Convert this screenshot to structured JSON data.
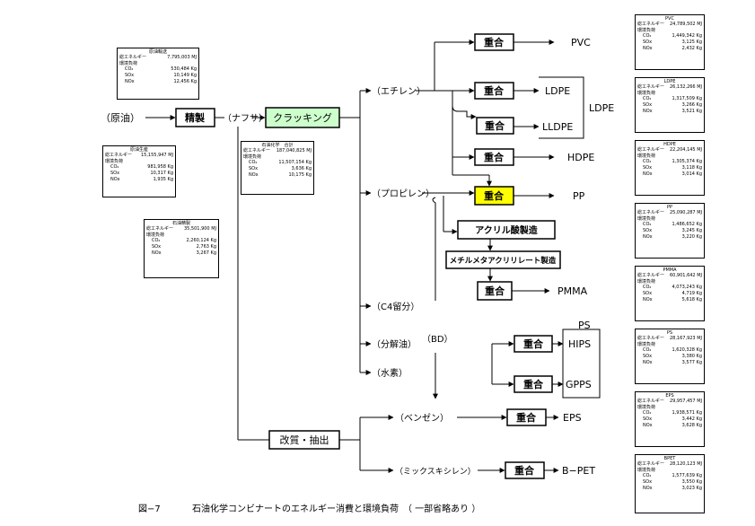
{
  "labels": {
    "crude": "（原油）",
    "refine": "精製",
    "naphtha": "（ナフサ）",
    "cracking": "クラッキング",
    "ethylene": "（エチレン）",
    "propylene": "（プロピレン）",
    "c4": "（C4留分）",
    "cracked_oil": "（分解油）",
    "hydrogen": "（水素）",
    "bd": "（BD）",
    "benzene": "（ベンゼン）",
    "mixed_xylene": "（ミックスキシレン）",
    "reform": "改質・抽出",
    "polymerize": "重合",
    "acrylic": "アクリル酸製造",
    "mma": "メチルメタアクリリレート製造",
    "pvc": "PVC",
    "ldpe_out": "LDPE",
    "ldpe": "LDPE",
    "lldpe": "LLDPE",
    "hdpe": "HDPE",
    "pp": "PP",
    "pmma": "PMMA",
    "ps": "PS",
    "hips": "HIPS",
    "gpps": "GPPS",
    "eps": "EPS",
    "bpet": "B−PET"
  },
  "caption": {
    "fig": "図−7",
    "text": "石油化学コンビナートのエネルギー消費と環境負荷　（ 一部省略あり ）"
  },
  "tables": {
    "transport": {
      "title": "原油輸送",
      "energy_label": "総エネルギー",
      "energy": "7,795,003 MJ",
      "env_label": "環境負荷",
      "rows": [
        [
          "CO₂",
          "530,484 Kg"
        ],
        [
          "SOx",
          "10,149 Kg"
        ],
        [
          "NOx",
          "12,456 Kg"
        ]
      ]
    },
    "production": {
      "title": "原油生産",
      "energy_label": "総エネルギー",
      "energy": "15,155,947 MJ",
      "env_label": "環境負荷",
      "rows": [
        [
          "CO₂",
          "981,958 Kg"
        ],
        [
          "SOx",
          "10,317 Kg"
        ],
        [
          "NOx",
          "1,935 Kg"
        ]
      ]
    },
    "refining": {
      "title": "石油精製",
      "energy_label": "総エネルギー",
      "energy": "35,501,900 MJ",
      "env_label": "環境負荷",
      "rows": [
        [
          "CO₂",
          "2,260,124 Kg"
        ],
        [
          "SOx",
          "2,763 Kg"
        ],
        [
          "NOx",
          "3,267 Kg"
        ]
      ]
    },
    "petrochem": {
      "title": "石油化学　合計",
      "energy_label": "総エネルギー",
      "energy": "187,040,825 MJ",
      "env_label": "環境負荷",
      "rows": [
        [
          "CO₂",
          "11,507,154 Kg"
        ],
        [
          "SOx",
          "3,636 Kg"
        ],
        [
          "NOx",
          "10,175 Kg"
        ]
      ]
    },
    "pvc": {
      "title": "PVC",
      "energy_label": "総エネルギー",
      "energy": "24,789,502 MJ",
      "env_label": "環境負荷",
      "rows": [
        [
          "CO₂",
          "1,449,342 Kg"
        ],
        [
          "SOx",
          "3,125 Kg"
        ],
        [
          "NOx",
          "2,432 Kg"
        ]
      ]
    },
    "ldpe": {
      "title": "LDPE",
      "energy_label": "総エネルギー",
      "energy": "26,132,266 MJ",
      "env_label": "環境負荷",
      "rows": [
        [
          "CO₂",
          "1,317,509 Kg"
        ],
        [
          "SOx",
          "3,266 Kg"
        ],
        [
          "NOx",
          "3,521 Kg"
        ]
      ]
    },
    "hdpe": {
      "title": "HDPE",
      "energy_label": "総エネルギー",
      "energy": "22,204,145 MJ",
      "env_label": "環境負荷",
      "rows": [
        [
          "CO₂",
          "1,305,374 Kg"
        ],
        [
          "SOx",
          "3,118 Kg"
        ],
        [
          "NOx",
          "3,014 Kg"
        ]
      ]
    },
    "pp": {
      "title": "PP",
      "energy_label": "総エネルギー",
      "energy": "25,090,287 MJ",
      "env_label": "環境負荷",
      "rows": [
        [
          "CO₂",
          "1,486,652 Kg"
        ],
        [
          "SOx",
          "3,245 Kg"
        ],
        [
          "NOx",
          "3,220 Kg"
        ]
      ]
    },
    "pmma": {
      "title": "PMMA",
      "energy_label": "総エネルギー",
      "energy": "60,901,642 MJ",
      "env_label": "環境負荷",
      "rows": [
        [
          "CO₂",
          "4,073,243 Kg"
        ],
        [
          "SOx",
          "4,719 Kg"
        ],
        [
          "NOx",
          "5,618 Kg"
        ]
      ]
    },
    "ps": {
      "title": "PS",
      "energy_label": "総エネルギー",
      "energy": "28,167,923 MJ",
      "env_label": "環境負荷",
      "rows": [
        [
          "CO₂",
          "1,620,328 Kg"
        ],
        [
          "SOx",
          "3,380 Kg"
        ],
        [
          "NOx",
          "3,577 Kg"
        ]
      ]
    },
    "eps": {
      "title": "EPS",
      "energy_label": "総エネルギー",
      "energy": "29,957,457 MJ",
      "env_label": "環境負荷",
      "rows": [
        [
          "CO₂",
          "1,938,571 Kg"
        ],
        [
          "SOx",
          "3,442 Kg"
        ],
        [
          "NOx",
          "3,628 Kg"
        ]
      ]
    },
    "bpet": {
      "title": "BPET",
      "energy_label": "総エネルギー",
      "energy": "28,120,123 MJ",
      "env_label": "環境負荷",
      "rows": [
        [
          "CO₂",
          "1,577,639 Kg"
        ],
        [
          "SOx",
          "3,550 Kg"
        ],
        [
          "NOx",
          "3,023 Kg"
        ]
      ]
    }
  }
}
